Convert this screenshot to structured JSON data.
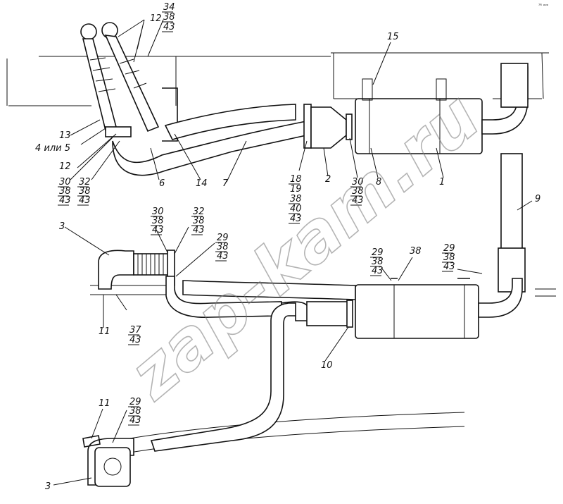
{
  "watermark": "zap-kam.ru",
  "corner_note": "ᵀᴿ ᵒᵒᵒ",
  "labels": {
    "l12": "12",
    "l34": "34",
    "l38a": "38",
    "l43a": "43",
    "l15": "15",
    "l13": "13",
    "l4or5": "4 или 5",
    "l12b": "12",
    "l30a": "30",
    "l38b": "38",
    "l43b": "43",
    "l32a": "32",
    "l38c": "38",
    "l43c": "43",
    "l6": "6",
    "l14": "14",
    "l7": "7",
    "l18": "18",
    "l19": "19",
    "l38d": "38",
    "l40": "40",
    "l43d": "43",
    "l2": "2",
    "l30b": "30",
    "l38e": "38",
    "l43e": "43",
    "l8": "8",
    "l1": "1",
    "l9": "9",
    "l3a": "3",
    "l30c": "30",
    "l38f": "38",
    "l43f": "43",
    "l32b": "32",
    "l38g": "38",
    "l43g": "43",
    "l29a": "29",
    "l38h": "38",
    "l43h": "43",
    "l29b": "29",
    "l38i": "38",
    "l43i": "43",
    "l38j": "38",
    "l29c": "29",
    "l38k": "38",
    "l43k": "43",
    "l11a": "11",
    "l37": "37",
    "l43l": "43",
    "l10": "10",
    "l11b": "11",
    "l29d": "29",
    "l38m": "38",
    "l43m": "43",
    "l3b": "3"
  }
}
